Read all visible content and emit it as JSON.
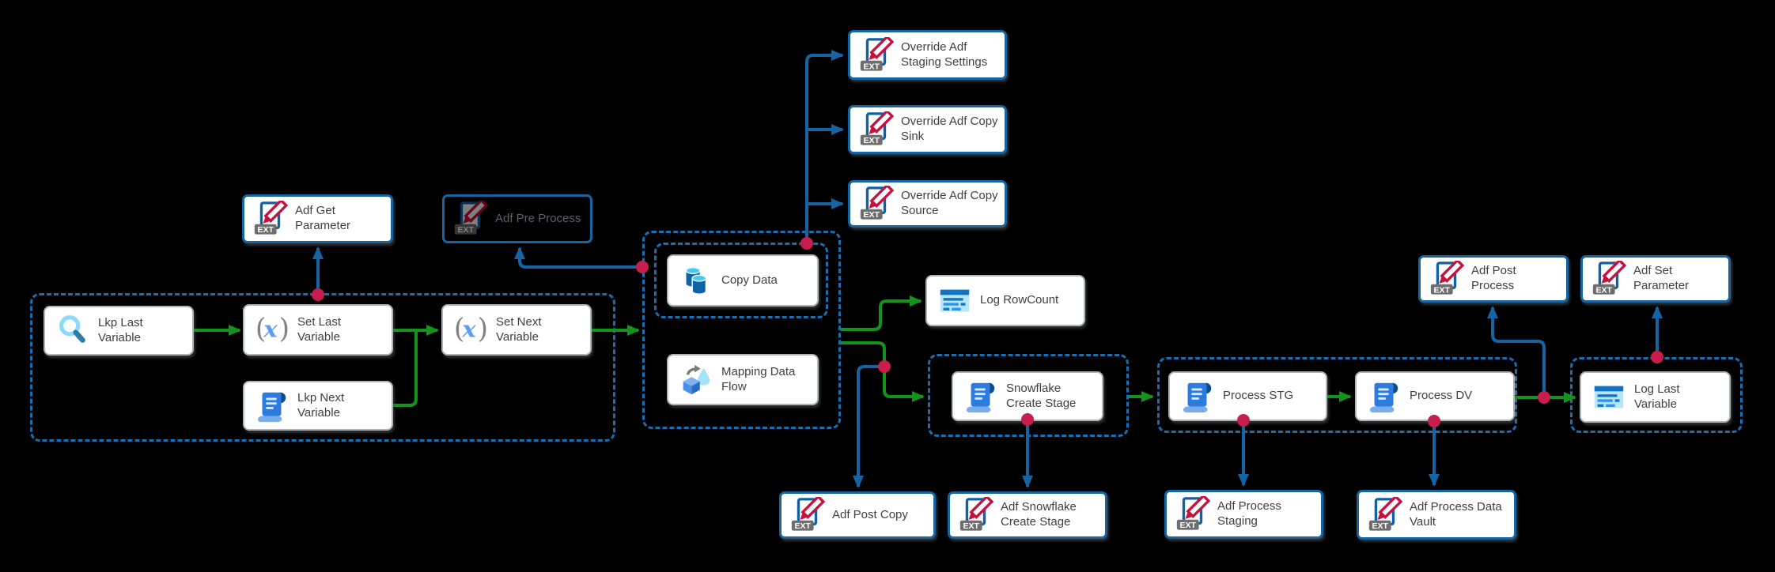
{
  "diagram": {
    "background": "#000000",
    "colors": {
      "connector_green": "#13941b",
      "connector_blue": "#1565a5",
      "group_border": "#1b6fb0",
      "node_border": "#aeb3b8",
      "ext_node_border": "#1565a5",
      "connection_dot": "#c81e4e",
      "label_text": "#3d3f42",
      "disabled_label_text": "#5d6165"
    },
    "icons": {
      "ext_badge": "EXT"
    },
    "nodes": {
      "lkp_last_variable": {
        "label": "Lkp Last Variable",
        "icon": "lookup-icon"
      },
      "set_last_variable": {
        "label": "Set Last Variable",
        "icon": "set-variable-icon"
      },
      "lkp_next_variable": {
        "label": "Lkp Next Variable",
        "icon": "scroll-icon"
      },
      "set_next_variable": {
        "label": "Set Next Variable",
        "icon": "set-variable-icon"
      },
      "adf_get_parameter": {
        "label": "Adf Get\nParameter",
        "icon": "ext-document-pencil-icon"
      },
      "adf_pre_process": {
        "label": "Adf Pre Process",
        "icon": "ext-document-pencil-icon",
        "state": "disabled"
      },
      "copy_data": {
        "label": "Copy Data",
        "icon": "copy-data-icon"
      },
      "mapping_data_flow": {
        "label": "Mapping Data Flow",
        "icon": "data-flow-icon"
      },
      "override_adf_staging_settings": {
        "label": "Override Adf Staging Settings",
        "icon": "ext-document-pencil-icon"
      },
      "override_adf_copy_sink": {
        "label": "Override Adf Copy Sink",
        "icon": "ext-document-pencil-icon"
      },
      "override_adf_copy_source": {
        "label": "Override Adf Copy Source",
        "icon": "ext-document-pencil-icon"
      },
      "log_rowcount": {
        "label": "Log RowCount",
        "icon": "log-table-icon"
      },
      "snowflake_create_stage": {
        "label": "Snowflake Create Stage",
        "icon": "scroll-icon"
      },
      "process_stg": {
        "label": "Process STG",
        "icon": "scroll-icon"
      },
      "process_dv": {
        "label": "Process DV",
        "icon": "scroll-icon"
      },
      "adf_post_process": {
        "label": "Adf Post Process",
        "icon": "ext-document-pencil-icon"
      },
      "adf_set_parameter": {
        "label": "Adf Set\nParameter",
        "icon": "ext-document-pencil-icon"
      },
      "log_last_variable": {
        "label": "Log Last Variable",
        "icon": "log-table-icon"
      },
      "adf_post_copy": {
        "label": "Adf Post Copy",
        "icon": "ext-document-pencil-icon"
      },
      "adf_snowflake_create_stage": {
        "label": "Adf Snowflake Create Stage",
        "icon": "ext-document-pencil-icon"
      },
      "adf_process_staging": {
        "label": "Adf Process\nStaging",
        "icon": "ext-document-pencil-icon"
      },
      "adf_process_data_vault": {
        "label": "Adf Process Data Vault",
        "icon": "ext-document-pencil-icon"
      }
    }
  }
}
